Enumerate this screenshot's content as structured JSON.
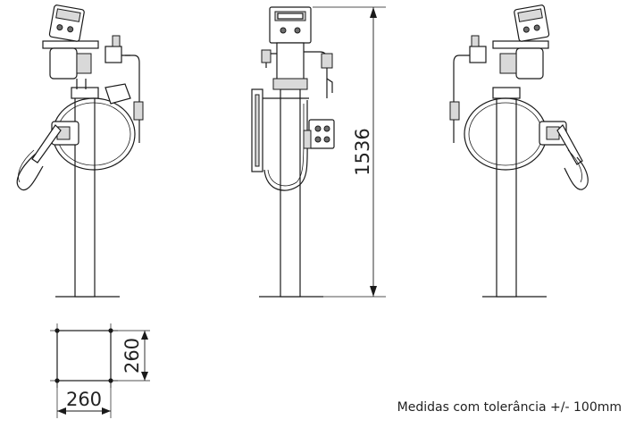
{
  "drawing": {
    "height_dimension": "1536",
    "base_width_dimension": "260",
    "base_depth_dimension": "260",
    "tolerance_note": "Medidas com tolerância +/- 100mm"
  }
}
